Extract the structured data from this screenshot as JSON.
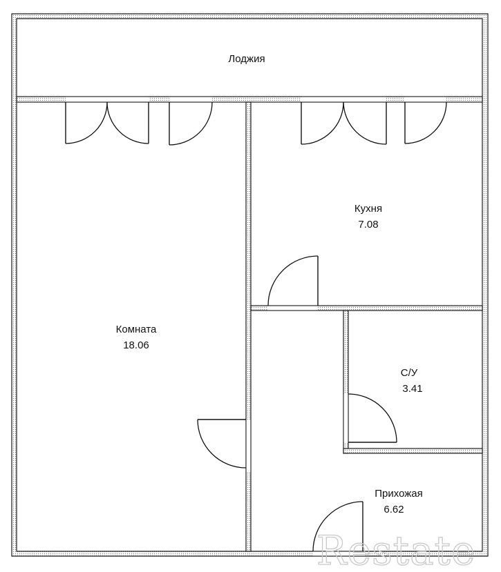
{
  "rooms": {
    "loggia": {
      "name": "Лоджия"
    },
    "kitchen": {
      "name": "Кухня",
      "area": "7.08"
    },
    "room": {
      "name": "Комната",
      "area": "18.06"
    },
    "bathroom": {
      "name": "С/У",
      "area": "3.41"
    },
    "hallway": {
      "name": "Прихожая",
      "area": "6.62"
    }
  },
  "watermark": {
    "text": "Restate"
  }
}
